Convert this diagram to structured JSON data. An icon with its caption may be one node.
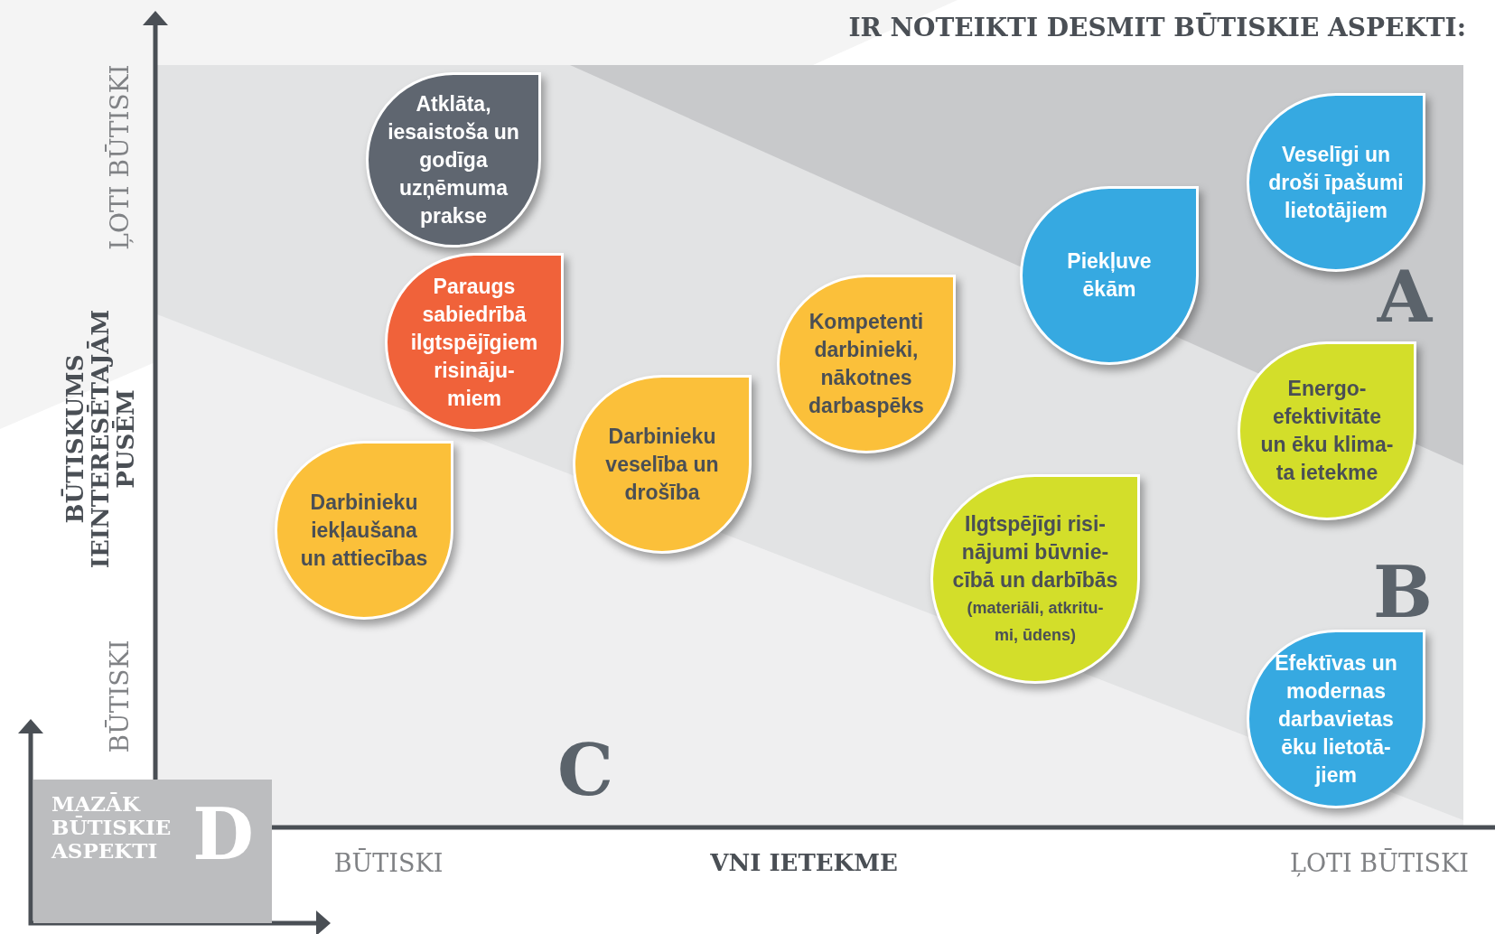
{
  "diagram": {
    "title": "IR NOTEIKTI DESMIT BŪTISKIE ASPEKTI:",
    "nodes": [
      {
        "text": [
          "Atklāta, iesaistoša un godīga uzņēmuma prakse"
        ]
      },
      {
        "text": [
          "Veselīgi un droši īpašumi lietotājiem"
        ]
      },
      {
        "text": [
          "Piekļuve ēkām"
        ]
      },
      {
        "text": [
          "Paraugs sabiedrībā ilgtspējīgiem risināju- miem"
        ]
      },
      {
        "text": [
          "Kompetenti darbinieki, nākotnes darbaspēks"
        ]
      },
      {
        "text": [
          "Energo- efektivitāte un ēku klima- ta ietekme"
        ]
      },
      {
        "text": [
          "Darbinieku veselība un drošība"
        ]
      },
      {
        "text": [
          "Darbinieku iekļaušana un attiecības"
        ]
      },
      {
        "text": [
          "Ilgtspējīgi risi- nājumi būvnie- cībā un darbībās",
          "(materiāli, atkritu- mi, ūdens)"
        ]
      },
      {
        "text": [
          "Efektīvas un modernas darbavietas ēku lietotā- jiem"
        ]
      },
      {
        "text": [
          "MAZĀK BŪTISKIE ASPEKTI",
          "D"
        ]
      }
    ],
    "labels": [
      "ĻOTI BŪTISKI",
      "BŪTISKUMS IEINTERESĒTAJĀM PUSĒM",
      "A",
      "BŪTISKI",
      "B",
      "C",
      "BŪTISKI",
      "VNI IETEKME",
      "ĻOTI BŪTISKI"
    ]
  }
}
